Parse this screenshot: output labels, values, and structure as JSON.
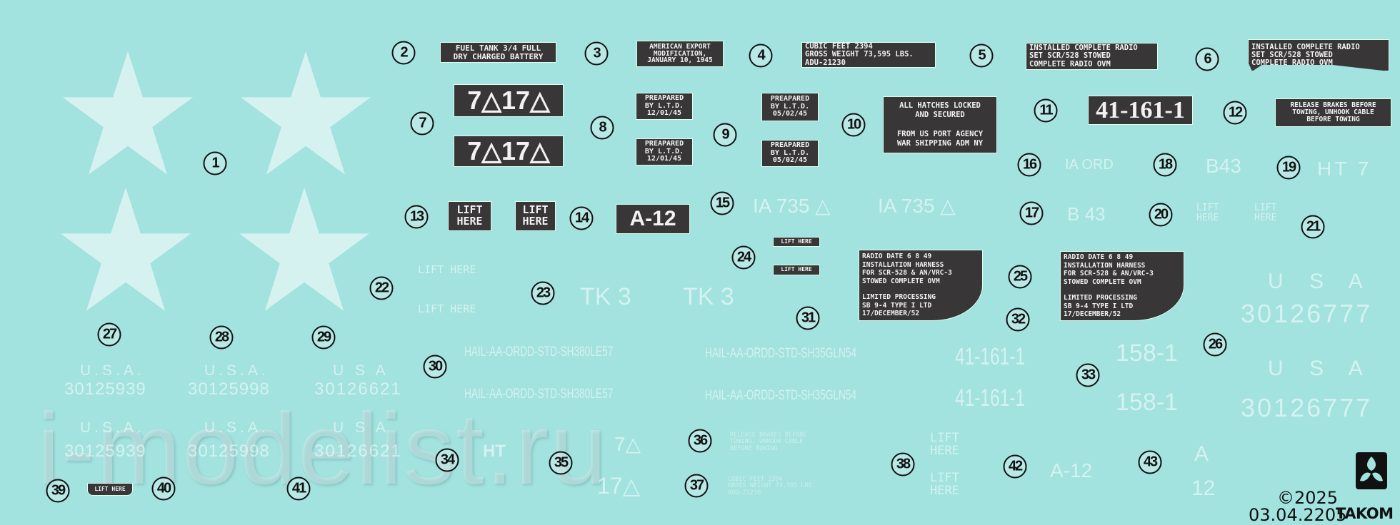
{
  "numbers": [
    "1",
    "2",
    "3",
    "4",
    "5",
    "6",
    "7",
    "8",
    "9",
    "10",
    "11",
    "12",
    "13",
    "14",
    "15",
    "16",
    "17",
    "18",
    "19",
    "20",
    "21",
    "22",
    "23",
    "24",
    "25",
    "26",
    "27",
    "28",
    "29",
    "30",
    "31",
    "32",
    "33",
    "34",
    "35",
    "36",
    "37",
    "38",
    "39",
    "40",
    "41",
    "42",
    "43"
  ],
  "dark_decals": {
    "d2": "FUEL TANK 3/4 FULL\nDRY CHARGED BATTERY",
    "d3": "AMERICAN EXPORT\nMODIFICATION,\nJANUARY 10, 1945",
    "d4": "CUBIC FEET 2394\nGROSS WEIGHT 73,595 LBS.\nADU-21230",
    "d5": "INSTALLED COMPLETE RADIO\nSET SCR/528 STOWED\n  COMPLETE RADIO OVM",
    "d6": "INSTALLED COMPLETE RADIO\nSET SCR/528 STOWED\n  COMPLETE RADIO OVM",
    "d7": "7△17△",
    "d8": "PREAPARED\nBY L.T.D.\n12/01/45",
    "d9": "PREAPARED\nBY L.T.D.\n05/02/45",
    "d10": "ALL HATCHES LOCKED\nAND SECURED\n\nFROM US PORT AGENCY\nWAR SHIPPING ADM NY",
    "d11": "41-161-1",
    "d12": "RELEASE BRAKES BEFORE\nTOWING, UNHOOK CABLE\nBEFORE TOWING",
    "d13": "LIFT\nHERE",
    "d14": "A-12",
    "d24": "LIFT HERE",
    "radio": "RADIO DATE    6 8 49\nINSTALLATION HARNESS\nFOR SCR-528 & AN/VRC-3\nSTOWED COMPLETE OVM\n\nLIMITED PROCESSING\nSB 9-4 TYPE I LTD\n17/DECEMBER/52",
    "d40": "LIFT HERE"
  },
  "white_decals": {
    "ia735": "IA 735 △",
    "ia_ord": "IA ORD",
    "b43": "B43",
    "b43_spaced": "B 43",
    "ht7": "HT 7",
    "lift_here_stack": "LIFT\nHERE",
    "lift_here": "LIFT HERE",
    "tk3": "TK 3",
    "hail_a": "HAIL-AA-ORDD-STD-SH380LE57",
    "hail_b": "HAIL-AA-ORDD-STD-SH35GLN54",
    "usa": "U.S.A.",
    "usa_plain": "U S A",
    "serial_1": "30125939",
    "serial_2": "30125998",
    "serial_3": "30126621",
    "serial_4": "30126777",
    "plate_41": "41-161-1",
    "plate_158": "158-1",
    "ht": "HT",
    "seven_tri": "7△",
    "seventeen_tri": "17△",
    "release_brakes": "RELEASE BRAKES BEFORE\nTOWING, UNHOOK CABLE\nBEFORE TOWING",
    "cubic_feet": "CUBIC FEET 2394\nGROSS WEIGHT 73,595 LBS.\nADU-21230",
    "a12": "A-12",
    "a": "A",
    "twelve": "12"
  },
  "footer": {
    "copyright": "©2025",
    "code": "03.04.2205",
    "brand": "TAKOM"
  },
  "watermark": "i-modelist.ru",
  "colors": {
    "sheet": "#a2e2df",
    "plate": "#383636",
    "ink": "#111111"
  }
}
